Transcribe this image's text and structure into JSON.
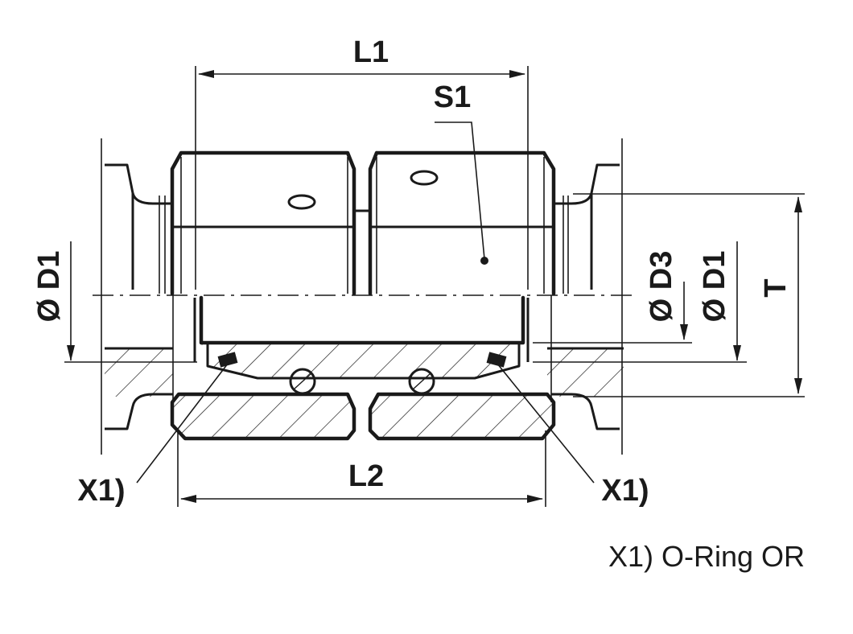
{
  "labels": {
    "l1": "L1",
    "l2": "L2",
    "s1": "S1",
    "t": "T",
    "d1_left": "Ø D1",
    "d1_right": "Ø D1",
    "d3": "Ø D3",
    "x1_left": "X1)",
    "x1_right": "X1)"
  },
  "legend": {
    "note": "X1) O-Ring OR"
  }
}
